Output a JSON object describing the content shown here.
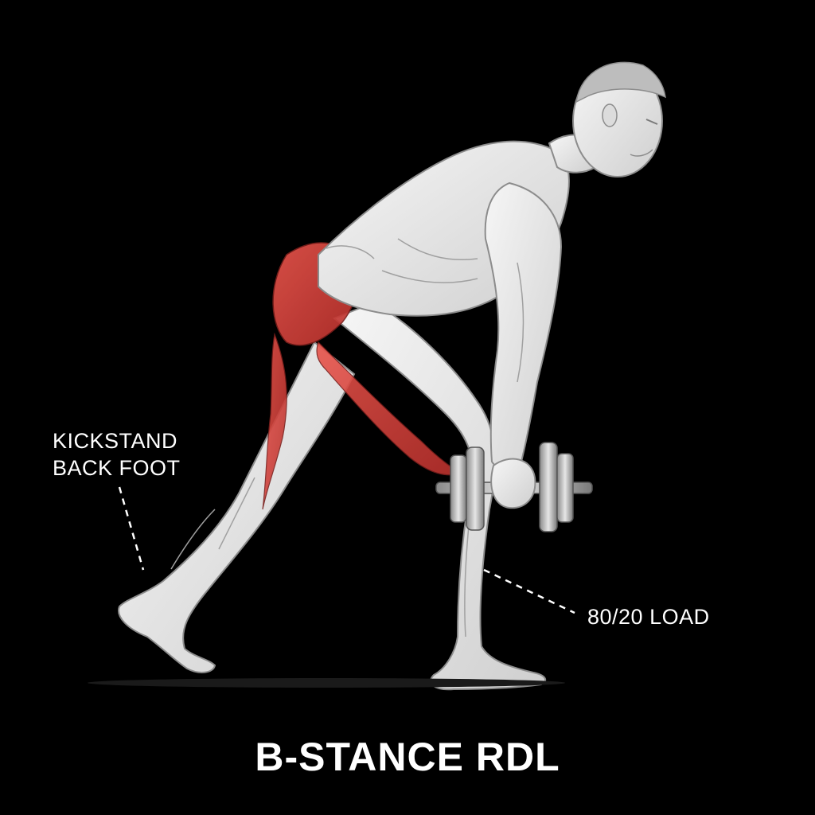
{
  "title": "B-STANCE RDL",
  "annotations": {
    "kickstand": "KICKSTAND\nBACK FOOT",
    "load": "80/20 LOAD"
  },
  "colors": {
    "background": "#000000",
    "text": "#ffffff",
    "highlight_muscle": "#d9413a",
    "skin": "#ececec",
    "outline": "#8c8c8c"
  }
}
